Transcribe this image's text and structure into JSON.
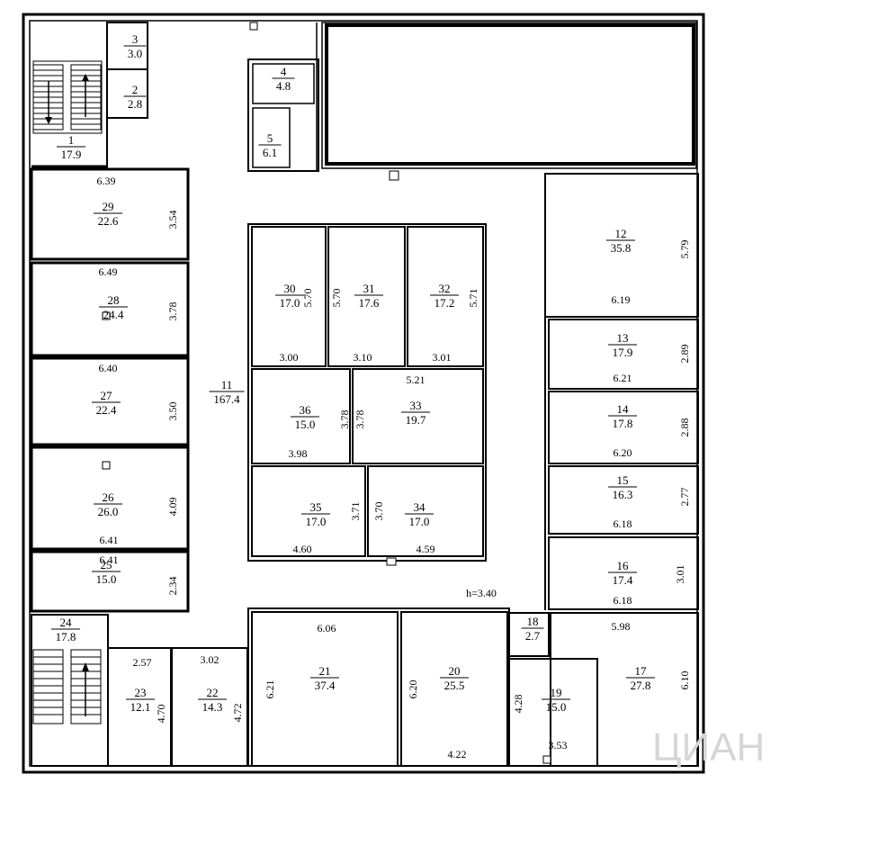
{
  "rooms": [
    {
      "number": "1",
      "area": "17.9"
    },
    {
      "number": "2",
      "area": "2.8"
    },
    {
      "number": "3",
      "area": "3.0"
    },
    {
      "number": "4",
      "area": "4.8"
    },
    {
      "number": "5",
      "area": "6.1"
    },
    {
      "number": "11",
      "area": "167.4"
    },
    {
      "number": "12",
      "area": "35.8"
    },
    {
      "number": "13",
      "area": "17.9"
    },
    {
      "number": "14",
      "area": "17.8"
    },
    {
      "number": "15",
      "area": "16.3"
    },
    {
      "number": "16",
      "area": "17.4"
    },
    {
      "number": "17",
      "area": "27.8"
    },
    {
      "number": "18",
      "area": "2.7"
    },
    {
      "number": "19",
      "area": "15.0"
    },
    {
      "number": "20",
      "area": "25.5"
    },
    {
      "number": "21",
      "area": "37.4"
    },
    {
      "number": "22",
      "area": "14.3"
    },
    {
      "number": "23",
      "area": "12.1"
    },
    {
      "number": "24",
      "area": "17.8"
    },
    {
      "number": "25",
      "area": "15.0"
    },
    {
      "number": "26",
      "area": "26.0"
    },
    {
      "number": "27",
      "area": "22.4"
    },
    {
      "number": "28",
      "area": "24.4"
    },
    {
      "number": "29",
      "area": "22.6"
    },
    {
      "number": "30",
      "area": "17.0"
    },
    {
      "number": "31",
      "area": "17.6"
    },
    {
      "number": "32",
      "area": "17.2"
    },
    {
      "number": "33",
      "area": "19.7"
    },
    {
      "number": "34",
      "area": "17.0"
    },
    {
      "number": "35",
      "area": "17.0"
    },
    {
      "number": "36",
      "area": "15.0"
    }
  ],
  "dimensions": [
    "6.39",
    "3.54",
    "6.49",
    "3.78",
    "6.40",
    "3.50",
    "4.09",
    "6.41",
    "6.41",
    "2.34",
    "5.70",
    "5.70",
    "5.71",
    "3.00",
    "3.10",
    "3.01",
    "3.78",
    "3.78",
    "5.21",
    "3.98",
    "3.71",
    "3.70",
    "4.60",
    "4.59",
    "5.79",
    "6.19",
    "2.89",
    "6.21",
    "2.88",
    "6.20",
    "2.77",
    "6.18",
    "3.01",
    "6.18",
    "5.98",
    "6.10",
    "h=3.40",
    "6.06",
    "6.21",
    "6.20",
    "4.22",
    "4.28",
    "3.53",
    "2.57",
    "4.70",
    "3.02",
    "4.72"
  ],
  "watermark": "ЦИАН"
}
